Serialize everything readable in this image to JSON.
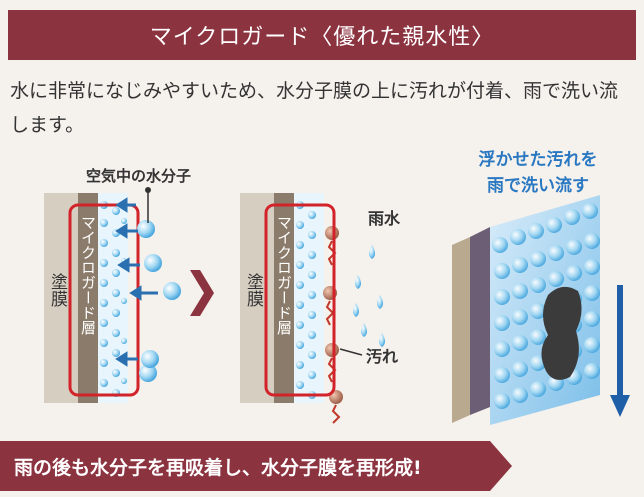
{
  "title": "マイクロガード〈優れた親水性〉",
  "lead": "水に非常になじみやすいため、水分子膜の上に汚れが付着、雨で洗い流します。",
  "figure": {
    "left": {
      "air_water_label": "空気中の水分子",
      "coating_label": "塗膜",
      "layer_label": "マイクロガード層"
    },
    "middle": {
      "coating_label": "塗膜",
      "layer_label": "マイクロガード層",
      "rain_label": "雨水",
      "dirt_label": "汚れ"
    },
    "right": {
      "caption_line1": "浮かせた汚れを",
      "caption_line2": "雨で洗い流す"
    }
  },
  "bottom_banner": "雨の後も水分子を再吸着し、水分子膜を再形成!",
  "colors": {
    "accent": "#8c3340",
    "arrow_blue": "#2a6fb0",
    "frame_red": "#d2232a",
    "caption_blue": "#2a78c2"
  }
}
